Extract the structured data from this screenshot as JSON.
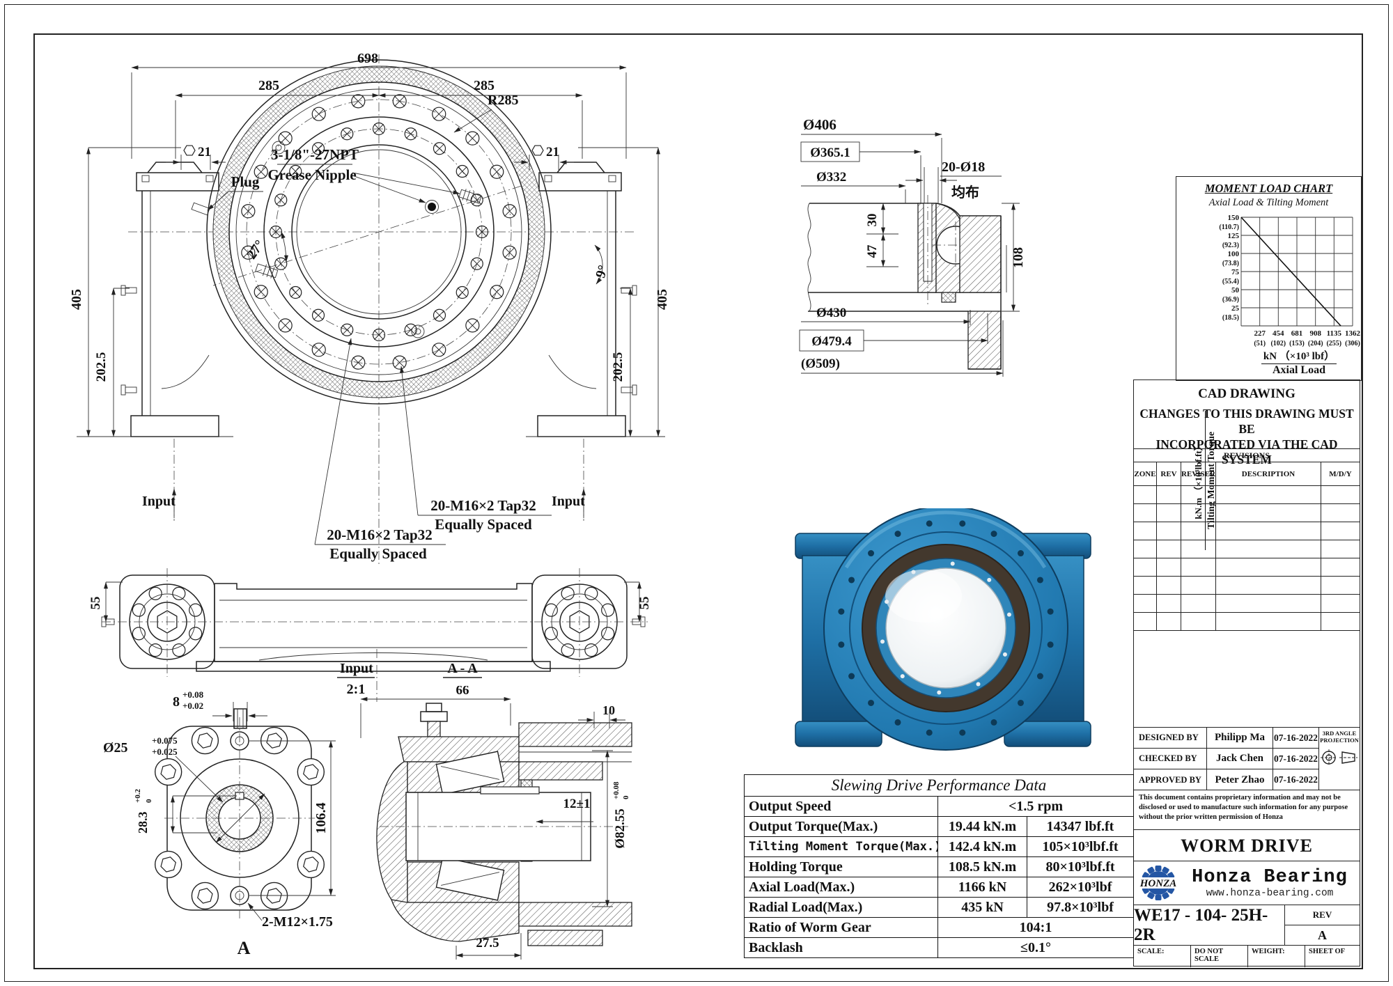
{
  "top_view": {
    "dim_698": "698",
    "dim_285_l": "285",
    "dim_285_r": "285",
    "radius": "R285",
    "hex_21_l": "21",
    "hex_21_r": "21",
    "dim_405_l": "405",
    "dim_405_r": "405",
    "dim_2025_l": "202.5",
    "dim_2025_r": "202.5",
    "angle_27": "27°",
    "angle_9": "9°",
    "npt": "3-1/8\"-27NPT",
    "grease_nipple": "Grease Nipple",
    "plug": "Plug",
    "tap_note_1a": "20-M16×2 Tap32",
    "tap_note_1b": "Equally Spaced",
    "tap_note_2a": "20-M16×2 Tap32",
    "tap_note_2b": "Equally Spaced",
    "input_l": "Input",
    "input_r": "Input"
  },
  "section_view": {
    "d406": "Ø406",
    "d365": "Ø365.1",
    "d332": "Ø332",
    "holes": "20-Ø18",
    "holes_cn": "均布",
    "dim_30": "30",
    "dim_47": "47",
    "dim_108": "108",
    "d430": "Ø430",
    "d479": "Ø479.4",
    "d509": "(Ø509)"
  },
  "side_view": {
    "dim_55_l": "55",
    "dim_55_r": "55",
    "input_label": "Input",
    "input_scale": "2:1",
    "section_label": "A - A"
  },
  "flange_view": {
    "dim_8": "8",
    "tol_8_u": "+0.08",
    "tol_8_l": "+0.02",
    "d25": "Ø25",
    "tol_25_u": "+0.075",
    "tol_25_l": "+0.025",
    "dim_283": "28.3",
    "tol_283_u": "+0.2",
    "tol_283_l": "0",
    "dim_1064": "106.4",
    "thread": "2-M12×1.75",
    "view_label": "A"
  },
  "aa_section": {
    "dim_66": "66",
    "dim_10": "10",
    "dim_12": "12±1",
    "d8255": "Ø82.55",
    "tol_u": "+0.08",
    "tol_l": "0",
    "dim_275": "27.5"
  },
  "chart_data": {
    "type": "line",
    "title": "MOMENT LOAD CHART",
    "subtitle": "Axial Load & Tilting Moment",
    "ylabel_units": "kN.m （×10³lbf.ft）",
    "ylabel": "Tilting Moment Torque",
    "xlabel_units": "kN （×10³ lbf）",
    "xlabel": "Axial Load",
    "y_ticks": [
      "150",
      "125",
      "100",
      "75",
      "50",
      "25"
    ],
    "y_ticks_alt": [
      "(110.7)",
      "(92.3)",
      "(73.8)",
      "(55.4)",
      "(36.9)",
      "(18.5)"
    ],
    "x_ticks": [
      "227",
      "454",
      "681",
      "908",
      "1135",
      "1362"
    ],
    "x_ticks_alt": [
      "(51)",
      "(102)",
      "(153)",
      "(204)",
      "(255)",
      "(306)"
    ],
    "xlim": [
      0,
      1362
    ],
    "ylim": [
      0,
      150
    ],
    "grid": true,
    "legend": false,
    "series": [
      {
        "name": "Axial load vs tilting moment limit",
        "points": [
          [
            0,
            150
          ],
          [
            1200,
            0
          ]
        ]
      }
    ]
  },
  "cad_panel": {
    "title": "CAD DRAWING",
    "notice_line1": "CHANGES TO THIS DRAWING MUST BE",
    "notice_line2": "INCORPORATED VIA THE CAD SYSTEM",
    "revisions_title": "REVISIONS",
    "col_zone": "ZONE",
    "col_rev": "REV",
    "col_reviser": "REVISER",
    "col_description": "DESCRIPTION",
    "col_mdy": "M/D/Y"
  },
  "perf": {
    "title": "Slewing Drive Performance Data",
    "rows": [
      {
        "label": "Output Speed",
        "value": "<1.5 rpm"
      },
      {
        "label": "Output Torque(Max.)",
        "metric": "19.44 kN.m",
        "imperial": "14347 lbf.ft"
      },
      {
        "label": "Tilting Moment Torque(Max.)",
        "metric": "142.4 kN.m",
        "imperial": "105×10³lbf.ft"
      },
      {
        "label": "Holding Torque",
        "metric": "108.5 kN.m",
        "imperial": "80×10³lbf.ft"
      },
      {
        "label": "Axial Load(Max.)",
        "metric": "1166 kN",
        "imperial": "262×10³lbf"
      },
      {
        "label": "Radial Load(Max.)",
        "metric": "435 kN",
        "imperial": "97.8×10³lbf"
      },
      {
        "label": "Ratio of Worm Gear",
        "value": "104:1"
      },
      {
        "label": "Backlash",
        "value": "≤0.1°"
      }
    ]
  },
  "title_block": {
    "designed_label": "DESIGNED BY",
    "designed_name": "Philipp Ma",
    "designed_date": "07-16-2022",
    "checked_label": "CHECKED BY",
    "checked_name": "Jack Chen",
    "checked_date": "07-16-2022",
    "approved_label": "APPROVED BY",
    "approved_name": "Peter Zhao",
    "approved_date": "07-16-2022",
    "projection_label": "3RD ANGLE PROJECTION",
    "proprietary": "This document contains proprietary information and may not be disclosed or used to manufacture such information for any purpose without the prior written permission of Honza",
    "product_title": "WORM DRIVE",
    "logo_text": "HONZA",
    "brand": "Honza Bearing",
    "website": "www.honza-bearing.com",
    "part_number": "WE17 - 104- 25H-2R",
    "rev_label": "REV",
    "rev_value": "A",
    "scale_label": "SCALE:",
    "do_not_scale": "DO NOT SCALE",
    "weight_label": "WEIGHT:",
    "sheet_label": "SHEET  OF"
  },
  "colors": {
    "render_blue": "#2179b0",
    "render_blue_dark": "#114b75",
    "render_seal": "#43382d",
    "logo_blue": "#2456a4",
    "logo_orange": "#f47b20"
  }
}
